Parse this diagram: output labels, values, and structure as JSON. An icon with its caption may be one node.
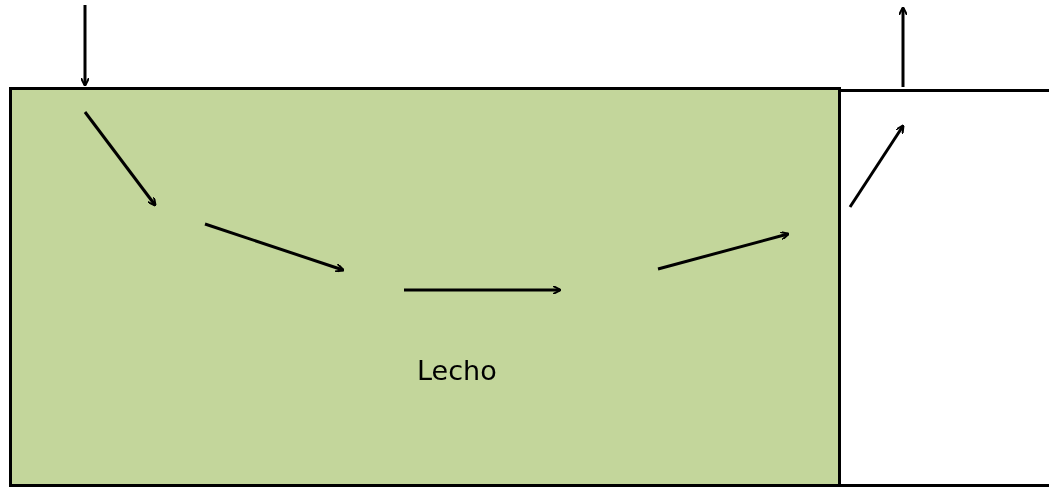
{
  "diagram": {
    "nodes": [
      {
        "text": [
          "Lecho"
        ]
      },
      {
        "text": [],
        "shape": "box"
      }
    ],
    "edges": [
      {
        "from": null,
        "to": 0,
        "arrow": "to"
      },
      {
        "from": 1,
        "to": null,
        "arrow": "to"
      }
    ]
  }
}
